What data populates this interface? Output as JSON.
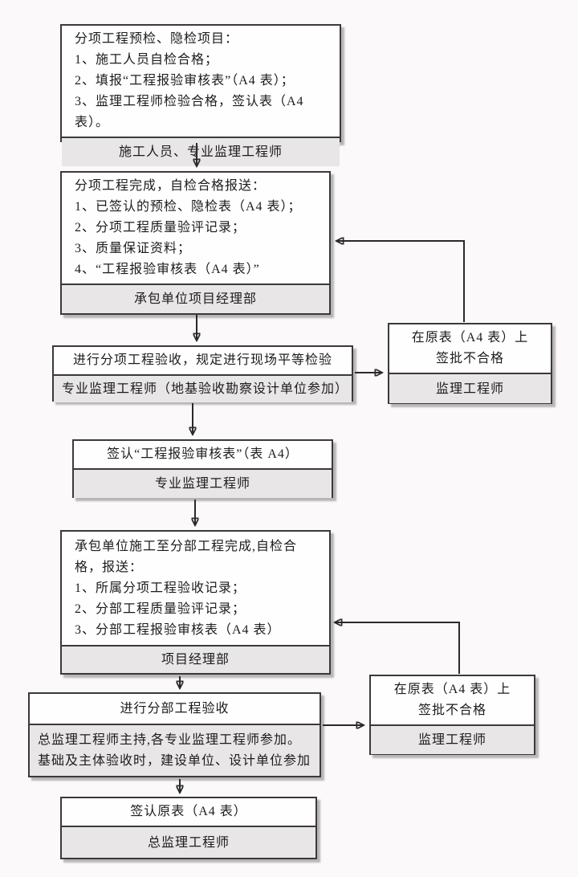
{
  "colors": {
    "background": "#fbf9f9",
    "box_fill": "#fefefe",
    "footer_fill": "#e8e6e6",
    "border": "#3a3a3a",
    "shadow": "#b9b5b5",
    "line": "#2a2a2a"
  },
  "flowchart": {
    "boxes": {
      "box1": {
        "lines": [
          "分项工程预检、隐检项目：",
          "1、施工人员自检合格；",
          "2、填报“工程报验审核表”（A4 表）；",
          "3、监理工程师检验合格，签认表（A4 表）。"
        ],
        "footer": "施工人员、专业监理工程师"
      },
      "box2": {
        "lines": [
          "分项工程完成，自检合格报送：",
          "1、已签认的预检、隐检表（A4 表）；",
          "2、分项工程质量验评记录；",
          "3、质量保证资料；",
          "4、“工程报验审核表（A4 表）”"
        ],
        "footer": "承包单位项目经理部"
      },
      "box3": {
        "title": "进行分项工程验收，规定进行现场平等检验",
        "footer": "专业监理工程师（地基验收勘察设计单位参加）"
      },
      "box4": {
        "title": "签认“工程报验审核表”（表 A4）",
        "footer": "专业监理工程师"
      },
      "box5": {
        "lines": [
          "承包单位施工至分部工程完成,自检合格，报送：",
          "1、所属分项工程验收记录；",
          "2、分部工程质量验评记录；",
          "3、分部工程报验审核表（A4 表）"
        ],
        "footer": "项目经理部"
      },
      "box6": {
        "title": "进行分部工程验收",
        "footer": "总监理工程师主持,各专业监理工程师参加。基础及主体验收时，建设单位、设计单位参加"
      },
      "box7": {
        "title": "签认原表（A4 表）",
        "footer": "总监理工程师"
      },
      "reject1": {
        "lines": [
          "在原表（A4 表）上",
          "签批不合格"
        ],
        "footer": "监理工程师"
      },
      "reject2": {
        "lines": [
          "在原表（A4 表）上",
          "签批不合格"
        ],
        "footer": "监理工程师"
      }
    }
  }
}
